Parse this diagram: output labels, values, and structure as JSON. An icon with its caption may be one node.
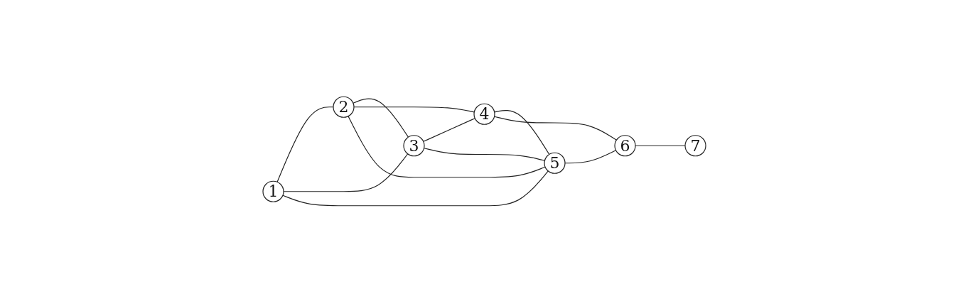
{
  "diagram": {
    "nodes": [
      {
        "text": [
          "1"
        ]
      },
      {
        "text": [
          "2"
        ]
      },
      {
        "text": [
          "3"
        ]
      },
      {
        "text": [
          "4"
        ]
      },
      {
        "text": [
          "5"
        ]
      },
      {
        "text": [
          "6"
        ]
      },
      {
        "text": [
          "7"
        ]
      }
    ],
    "edges": [
      {
        "from": 0,
        "to": 1,
        "arrow": "none"
      },
      {
        "from": 1,
        "to": 2,
        "arrow": "none"
      },
      {
        "from": 2,
        "to": 3,
        "arrow": "none"
      },
      {
        "from": 3,
        "to": 4,
        "arrow": "none"
      },
      {
        "from": 4,
        "to": 5,
        "arrow": "none"
      },
      {
        "from": 5,
        "to": 6,
        "arrow": "none"
      },
      {
        "from": 1,
        "to": 3,
        "arrow": "none"
      },
      {
        "from": 3,
        "to": 5,
        "arrow": "none"
      },
      {
        "from": 0,
        "to": 2,
        "arrow": "none"
      },
      {
        "from": 0,
        "to": 4,
        "arrow": "none"
      },
      {
        "from": 1,
        "to": 4,
        "arrow": "none"
      },
      {
        "from": 2,
        "to": 4,
        "arrow": "none"
      }
    ]
  }
}
